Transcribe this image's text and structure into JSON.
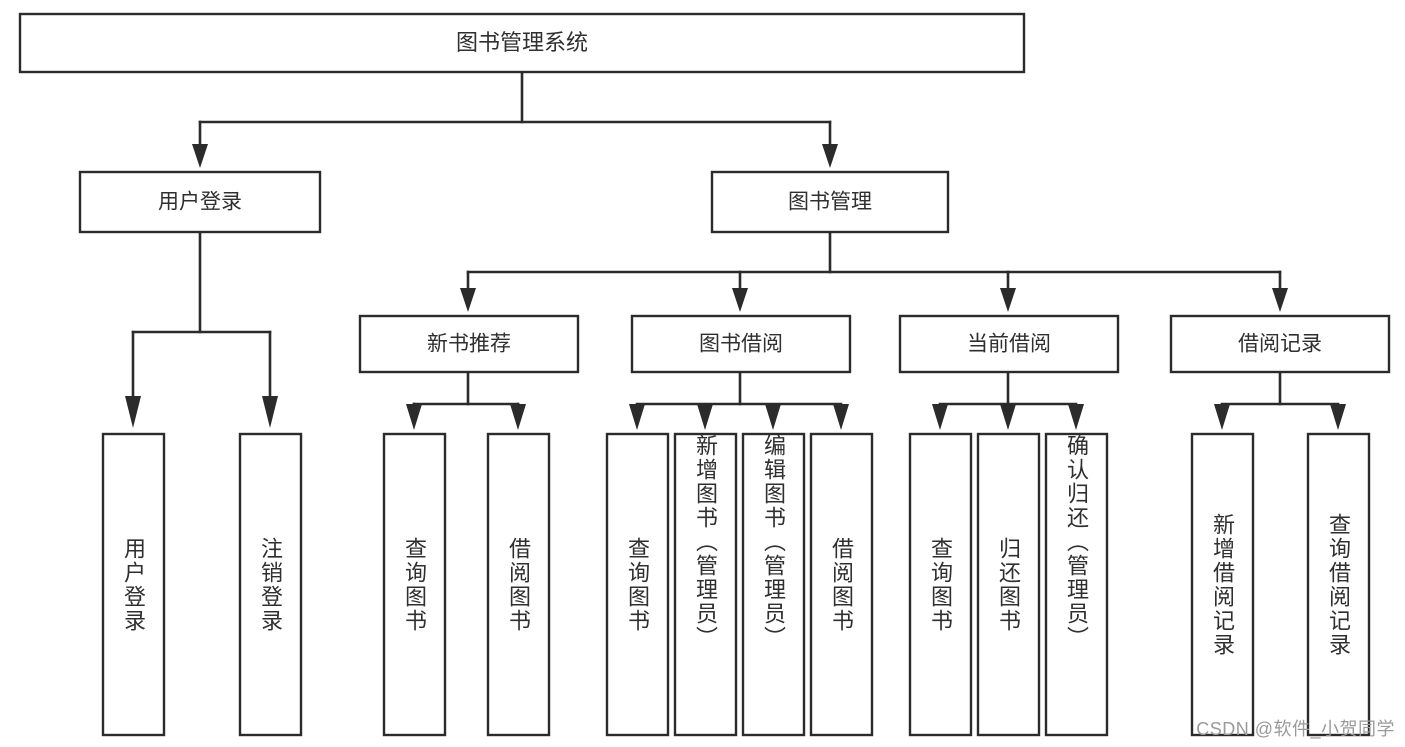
{
  "diagram": {
    "title": "图书管理系统",
    "type": "tree",
    "watermark": "CSDN @软件_小贺同学",
    "colors": {
      "box_stroke": "#2b2b2b",
      "box_fill": "#ffffff",
      "text": "#2f2f2f",
      "connector": "#2b2b2b",
      "watermark": "#9a9a9a",
      "background": "#ffffff"
    },
    "root": {
      "label": "图书管理系统"
    },
    "level2": [
      {
        "id": "user-login",
        "label": "用户登录"
      },
      {
        "id": "book-manage",
        "label": "图书管理"
      }
    ],
    "level3": [
      {
        "id": "new-book-recommend",
        "label": "新书推荐"
      },
      {
        "id": "book-borrow",
        "label": "图书借阅"
      },
      {
        "id": "current-borrow",
        "label": "当前借阅"
      },
      {
        "id": "borrow-record",
        "label": "借阅记录"
      }
    ],
    "leaves": {
      "user_login": [
        {
          "id": "leaf-user-login",
          "label": "用户登录"
        },
        {
          "id": "leaf-logout-login",
          "label": "注销登录"
        }
      ],
      "new_book_recommend": [
        {
          "id": "leaf-query-book-1",
          "label": "查询图书"
        },
        {
          "id": "leaf-borrow-book-1",
          "label": "借阅图书"
        }
      ],
      "book_borrow": [
        {
          "id": "leaf-query-book-2",
          "label": "查询图书"
        },
        {
          "id": "leaf-add-book",
          "label": "新增图书（管理员）"
        },
        {
          "id": "leaf-edit-book",
          "label": "编辑图书（管理员）"
        },
        {
          "id": "leaf-borrow-book-2",
          "label": "借阅图书"
        }
      ],
      "current_borrow": [
        {
          "id": "leaf-query-book-3",
          "label": "查询图书"
        },
        {
          "id": "leaf-return-book",
          "label": "归还图书"
        },
        {
          "id": "leaf-confirm-return",
          "label": "确认归还（管理员）"
        }
      ],
      "borrow_record": [
        {
          "id": "leaf-add-record",
          "label": "新增借阅记录"
        },
        {
          "id": "leaf-query-record",
          "label": "查询借阅记录"
        }
      ]
    }
  }
}
